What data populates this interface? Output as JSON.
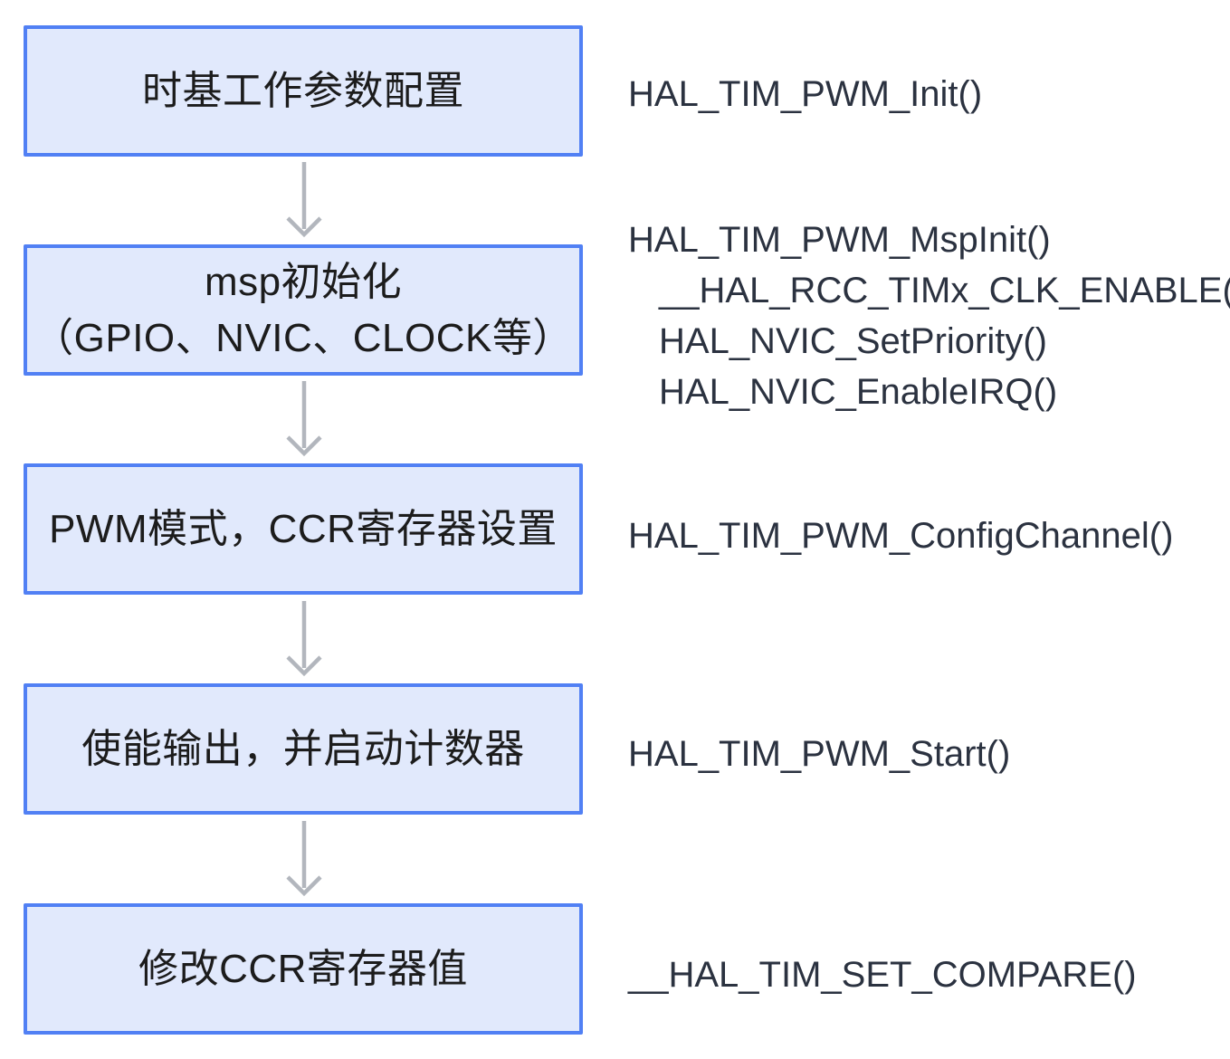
{
  "page": {
    "background": "#ffffff"
  },
  "flow": {
    "colors": {
      "box_fill": "#e1e9fc",
      "box_border": "#5180f4",
      "arrow_color": "#b2b6bd",
      "box_text_color": "#1c1c1c",
      "function_text_color": "#2b3240"
    },
    "steps": [
      {
        "box_lines": [
          "时基工作参数配置"
        ],
        "functions": [
          "HAL_TIM_PWM_Init()"
        ]
      },
      {
        "box_lines": [
          "msp初始化",
          "（GPIO、NVIC、CLOCK等）"
        ],
        "functions": [
          "HAL_TIM_PWM_MspInit()",
          "__HAL_RCC_TIMx_CLK_ENABLE()",
          "HAL_NVIC_SetPriority()",
          "HAL_NVIC_EnableIRQ()"
        ]
      },
      {
        "box_lines": [
          "PWM模式，CCR寄存器设置"
        ],
        "functions": [
          "HAL_TIM_PWM_ConfigChannel()"
        ]
      },
      {
        "box_lines": [
          "使能输出，并启动计数器"
        ],
        "functions": [
          "HAL_TIM_PWM_Start()"
        ]
      },
      {
        "box_lines": [
          "修改CCR寄存器值"
        ],
        "functions": [
          "__HAL_TIM_SET_COMPARE()"
        ]
      }
    ]
  }
}
